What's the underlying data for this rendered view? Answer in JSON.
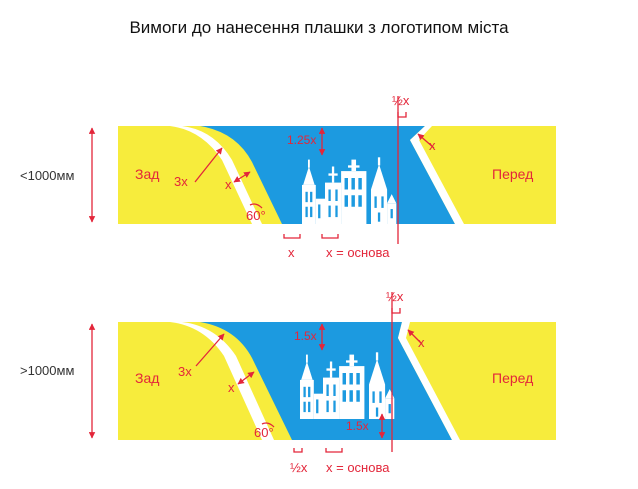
{
  "title": "Вимоги до нанесення плашки з логотипом міста",
  "colors": {
    "yellow": "#f7ec3c",
    "blue": "#1c9ae0",
    "red": "#e3263a",
    "white": "#ffffff"
  },
  "variants": [
    {
      "height_label": "<1000мм",
      "back_label": "Зад",
      "front_label": "Перед",
      "radius_label": "3x",
      "gap_label": "x",
      "angle_label": "60°",
      "top_margin_label": "1.25x",
      "right_margin_label": "½x",
      "front_gap_label": "x",
      "bottom_left_label": "x",
      "base_label": "x = основа"
    },
    {
      "height_label": ">1000мм",
      "back_label": "Зад",
      "front_label": "Перед",
      "radius_label": "3x",
      "gap_label": "x",
      "angle_label": "60°",
      "top_margin_label": "1.5x",
      "right_margin_label": "½x",
      "front_gap_label": "x",
      "bottom_margin_label": "1.5x",
      "bottom_left_label": "½x",
      "base_label": "x = основа"
    }
  ]
}
